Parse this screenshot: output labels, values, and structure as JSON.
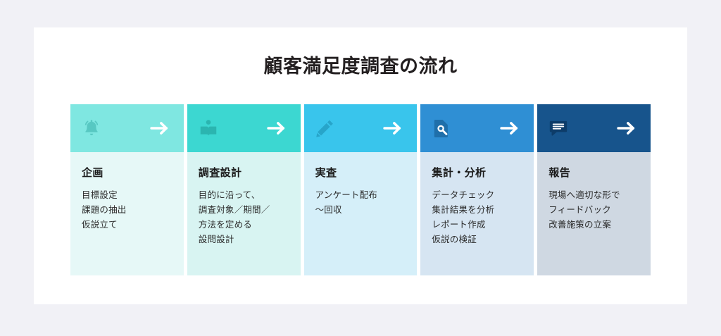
{
  "theme": {
    "page_background": "#f1f1f6",
    "panel_background": "#ffffff",
    "title_color": "#231f20",
    "arrow_color": "#ffffff"
  },
  "header": {
    "title": "顧客満足度調査の流れ"
  },
  "flow": {
    "arrow_icon": "arrow-right-icon",
    "steps": [
      {
        "id": "step-1",
        "title": "企画",
        "icon": "bell-icon",
        "header_color": "#7fe7e1",
        "body_color": "#e6f8f7",
        "icon_color": "#57c8c2",
        "lines": [
          "目標設定",
          "課題の抽出",
          "仮説立て"
        ]
      },
      {
        "id": "step-2",
        "title": "調査設計",
        "icon": "open-book-icon",
        "header_color": "#3cd7d1",
        "body_color": "#d8f4f2",
        "icon_color": "#2bb5b0",
        "lines": [
          "目的に沿って、",
          "調査対象／期間／",
          "方法を定める",
          "設問設計"
        ]
      },
      {
        "id": "step-3",
        "title": "実査",
        "icon": "pencil-icon",
        "header_color": "#39c5ec",
        "body_color": "#d5eff9",
        "icon_color": "#27a5ca",
        "lines": [
          "アンケート配布",
          "〜回収"
        ]
      },
      {
        "id": "step-4",
        "title": "集計・分析",
        "icon": "document-search-icon",
        "header_color": "#2f8fd4",
        "body_color": "#d6e5f2",
        "icon_color": "#1f6faa",
        "lines": [
          "データチェック",
          "集計結果を分析",
          "レポート作成",
          "仮説の検証"
        ]
      },
      {
        "id": "step-5",
        "title": "報告",
        "icon": "speech-bubble-icon",
        "header_color": "#17548c",
        "body_color": "#cfd8e2",
        "icon_color": "#0d3c69",
        "lines": [
          "現場へ適切な形で",
          "フィードバック",
          "改善施策の立案"
        ]
      }
    ]
  }
}
